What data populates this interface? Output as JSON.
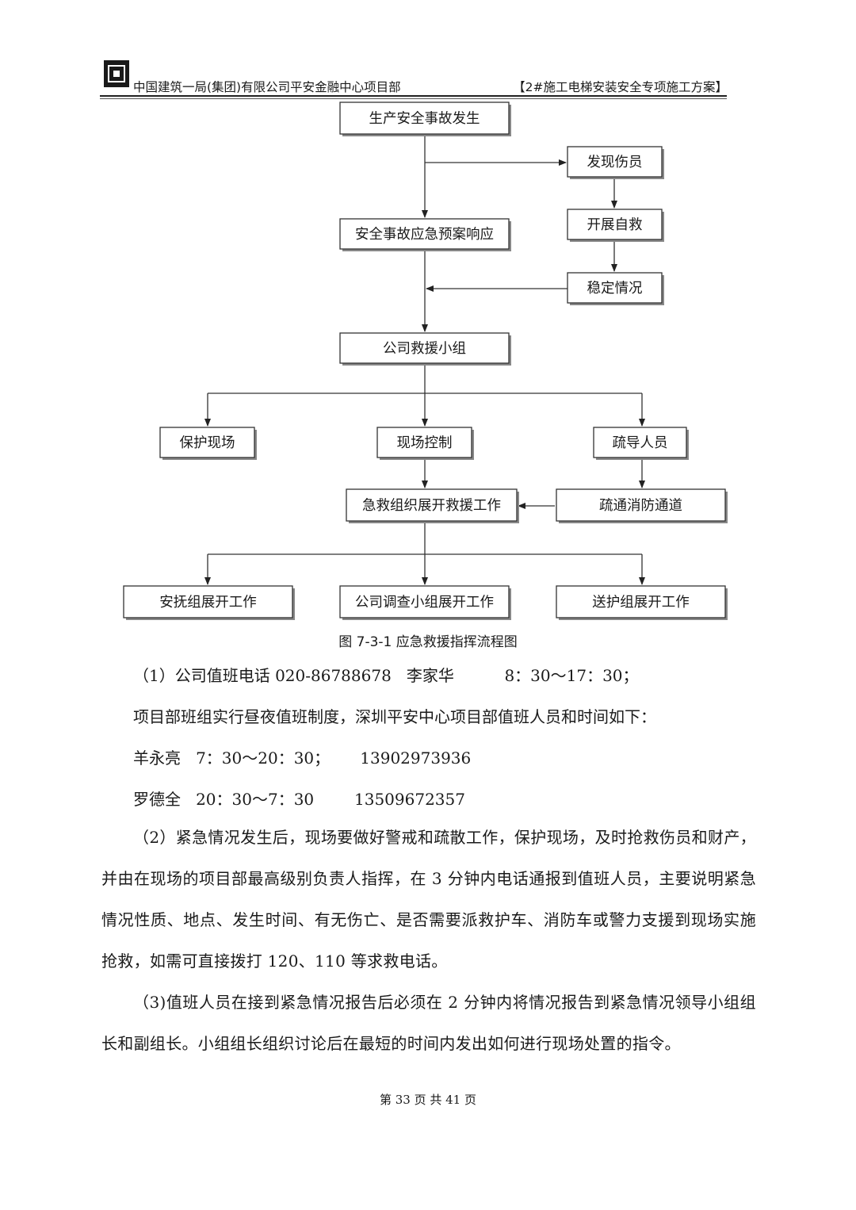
{
  "header": {
    "company": "中国建筑一局(集团)有限公司平安金融中心项目部",
    "document": "【2#施工电梯安装安全专项施工方案】"
  },
  "flowchart": {
    "nodes": {
      "accident": "生产安全事故发生",
      "discover_injured": "发现伤员",
      "self_rescue": "开展自救",
      "stabilize": "稳定情况",
      "response": "安全事故应急预案响应",
      "company_team": "公司救援小组",
      "protect_scene": "保护现场",
      "scene_control": "现场控制",
      "evacuate": "疏导人员",
      "first_aid": "急救组织展开救援工作",
      "fire_passage": "疏通消防通道",
      "comfort_team": "安抚组展开工作",
      "investigation_team": "公司调查小组展开工作",
      "escort_team": "送护组展开工作"
    },
    "caption": "图 7-3-1   应急救援指挥流程图"
  },
  "body": {
    "line1": "（1）公司值班电话 020-86788678   李家华          8：30～17：30；",
    "line2": "项目部班组实行昼夜值班制度，深圳平安中心项目部值班人员和时间如下：",
    "line3": "羊永亮   7：30～20：30；      13902973936",
    "line4": "罗德全   20：30～7：30        13509672357",
    "para2": "（2）紧急情况发生后，现场要做好警戒和疏散工作，保护现场，及时抢救伤员和财产，并由在现场的项目部最高级别负责人指挥，在 3 分钟内电话通报到值班人员，主要说明紧急情况性质、地点、发生时间、有无伤亡、是否需要派救护车、消防车或警力支援到现场实施抢救，如需可直接拨打 120、110 等求救电话。",
    "para3": "（3)值班人员在接到紧急情况报告后必须在 2 分钟内将情况报告到紧急情况领导小组组长和副组长。小组组长组织讨论后在最短的时间内发出如何进行现场处置的指令。"
  },
  "footer": {
    "page": "第 33 页  共 41 页"
  }
}
